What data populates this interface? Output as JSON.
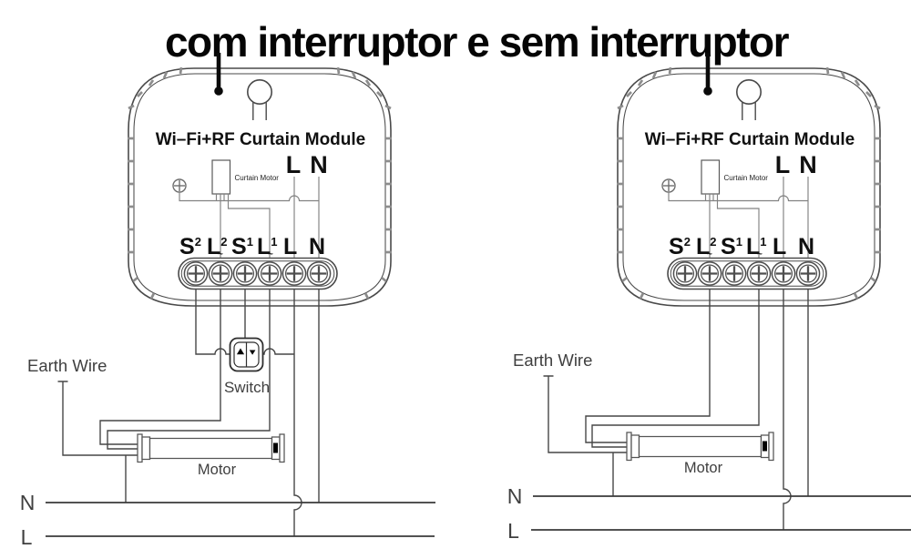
{
  "title": "com interruptor e sem interruptor",
  "module": {
    "title": "Wi–Fi+RF Curtain Module",
    "curtain_motor": "Curtain Motor",
    "live": "L",
    "neutral": "N",
    "terminals": [
      {
        "base": "S",
        "sup": "2"
      },
      {
        "base": "L",
        "sup": "2",
        "mark": "~"
      },
      {
        "base": "S",
        "sup": "1"
      },
      {
        "base": "L",
        "sup": "1",
        "mark": "~"
      },
      {
        "base": "L"
      },
      {
        "base": "N"
      }
    ]
  },
  "left_diagram": {
    "earth_wire": "Earth Wire",
    "switch": "Switch",
    "motor": "Motor",
    "neutral_bus": "N",
    "live_bus": "L"
  },
  "right_diagram": {
    "earth_wire": "Earth Wire",
    "motor": "Motor",
    "neutral_bus": "N",
    "live_bus": "L"
  },
  "colors": {
    "wire": "#474747",
    "internal_wire": "#828282",
    "text": "#3f3f3f",
    "black": "#0a0a0a",
    "background": "#ffffff"
  }
}
